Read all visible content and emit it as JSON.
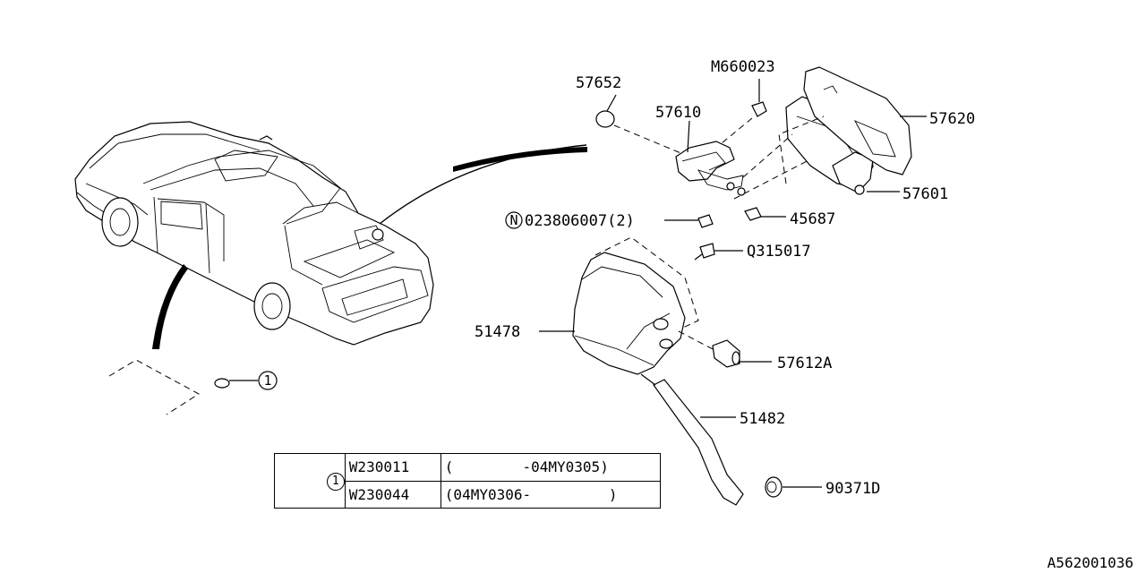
{
  "diagram": {
    "id": "A562001036",
    "callouts": [
      {
        "key": "57652",
        "text": "57652"
      },
      {
        "key": "M660023",
        "text": "M660023"
      },
      {
        "key": "57610",
        "text": "57610"
      },
      {
        "key": "57620",
        "text": "57620"
      },
      {
        "key": "57601",
        "text": "57601"
      },
      {
        "key": "45687",
        "text": "45687"
      },
      {
        "key": "N023806007",
        "prefix": "N",
        "text": "023806007(2)"
      },
      {
        "key": "Q315017",
        "text": "Q315017"
      },
      {
        "key": "51478",
        "text": "51478"
      },
      {
        "key": "57612A",
        "text": "57612A"
      },
      {
        "key": "51482",
        "text": "51482"
      },
      {
        "key": "90371D",
        "text": "90371D"
      },
      {
        "key": "ref1",
        "text": "1"
      }
    ],
    "applicability_table": {
      "key": "1",
      "rows": [
        {
          "code": "W230011",
          "range": "(        -04MY0305)"
        },
        {
          "code": "W230044",
          "range": "(04MY0306-         )"
        }
      ]
    }
  }
}
